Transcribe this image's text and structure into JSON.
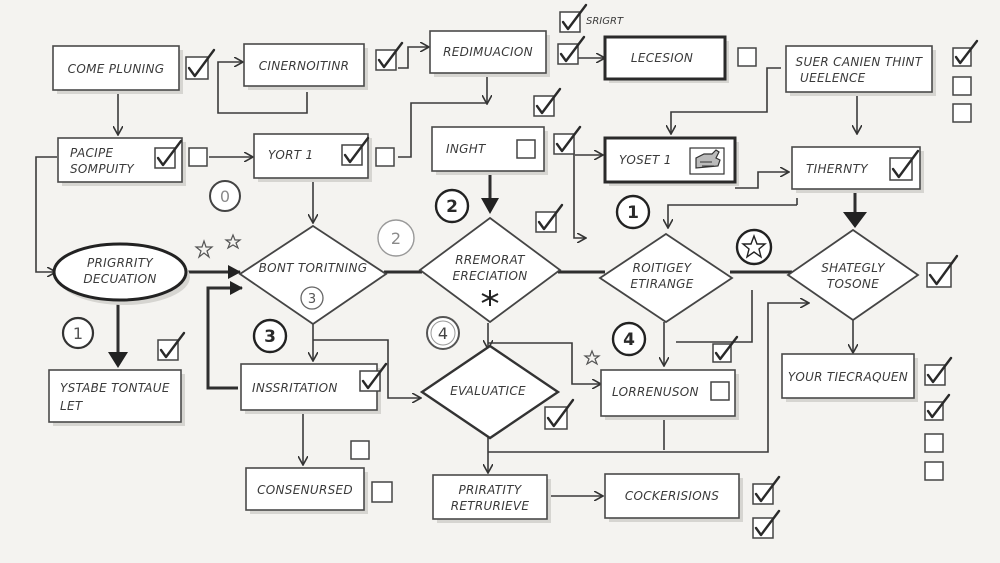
{
  "nodes": {
    "come_pluning": "COME PLUNING",
    "cinernoitinr": "CINERNOITINR",
    "redimuacion": "REDIMUACION",
    "srigrt": "SRIGRT",
    "lecesion": "LECESION",
    "suer_line1": "SUER CANIEN THINT",
    "suer_line2": "UEELENCE",
    "pacipe_line1": "PACIPE",
    "pacipe_line2": "SOMPUITY",
    "yort": "YORT 1",
    "inght": "INGHT",
    "yoset": "YOSET 1",
    "thernty": "TIHERNTY",
    "prigrrity_line1": "PRIGRRITY",
    "prigrrity_line2": "DECUATION",
    "bont_line1": "BONT TORITNING",
    "rremorat_line1": "RREMORAT",
    "rremorat_line2": "ERECIATION",
    "roitigey_line1": "ROITIGEY",
    "roitigey_line2": "ETIRANGE",
    "shategly_line1": "SHATEGLY",
    "shategly_line2": "TOSONE",
    "ystabe_line1": "YSTABE TONTAUE",
    "ystabe_line2": "LET",
    "inssritation": "INSSRITATION",
    "evaluatice": "EVALUATICE",
    "lorrenuson": "LORRENUSON",
    "your_tiecraquen": "YOUR TIECRAQUEN",
    "consenursed": "CONSENURSED",
    "priratity_line1": "PRIRATITY",
    "priratity_line2": "RETRURIEVE",
    "cockerisions": "COCKERISIONS"
  },
  "markers": {
    "n0": "0",
    "n2a": "2",
    "n2b": "2",
    "n1a": "1",
    "n3a": "3",
    "n1b": "1",
    "n3b": "3",
    "n4a": "4",
    "n4b": "4"
  },
  "icons": [
    "checkbox-checked",
    "checkbox-empty",
    "star",
    "asterisk",
    "hand-icon",
    "arrow"
  ]
}
